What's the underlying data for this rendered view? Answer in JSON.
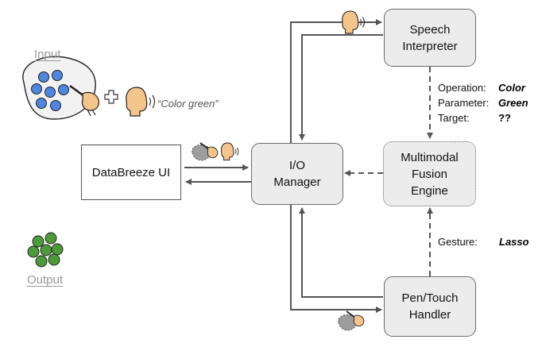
{
  "input_section": {
    "label": "Input",
    "utterance": "“Color green”"
  },
  "output_section": {
    "label": "Output"
  },
  "nodes": {
    "databreeze": "DataBreeze UI",
    "io_manager": [
      "I/O",
      "Manager"
    ],
    "speech": [
      "Speech",
      "Interpreter"
    ],
    "fusion": [
      "Multimodal",
      "Fusion",
      "Engine"
    ],
    "pen": [
      "Pen/Touch",
      "Handler"
    ]
  },
  "speech_fields": [
    {
      "key": "Operation:",
      "value": "Color"
    },
    {
      "key": "Parameter:",
      "value": "Green"
    },
    {
      "key": "Target:",
      "value": "??"
    }
  ],
  "gesture_field": {
    "key": "Gesture:",
    "value": "Lasso"
  },
  "colors": {
    "input_dots": "#4f86de",
    "output_dots": "#4d9a3a",
    "node_fill": "#ececec",
    "arrow": "#555555",
    "skin": "#f3c58a"
  },
  "icons": [
    "pen-hand-icon",
    "plus-icon",
    "speaking-head-icon",
    "lasso-icon"
  ]
}
